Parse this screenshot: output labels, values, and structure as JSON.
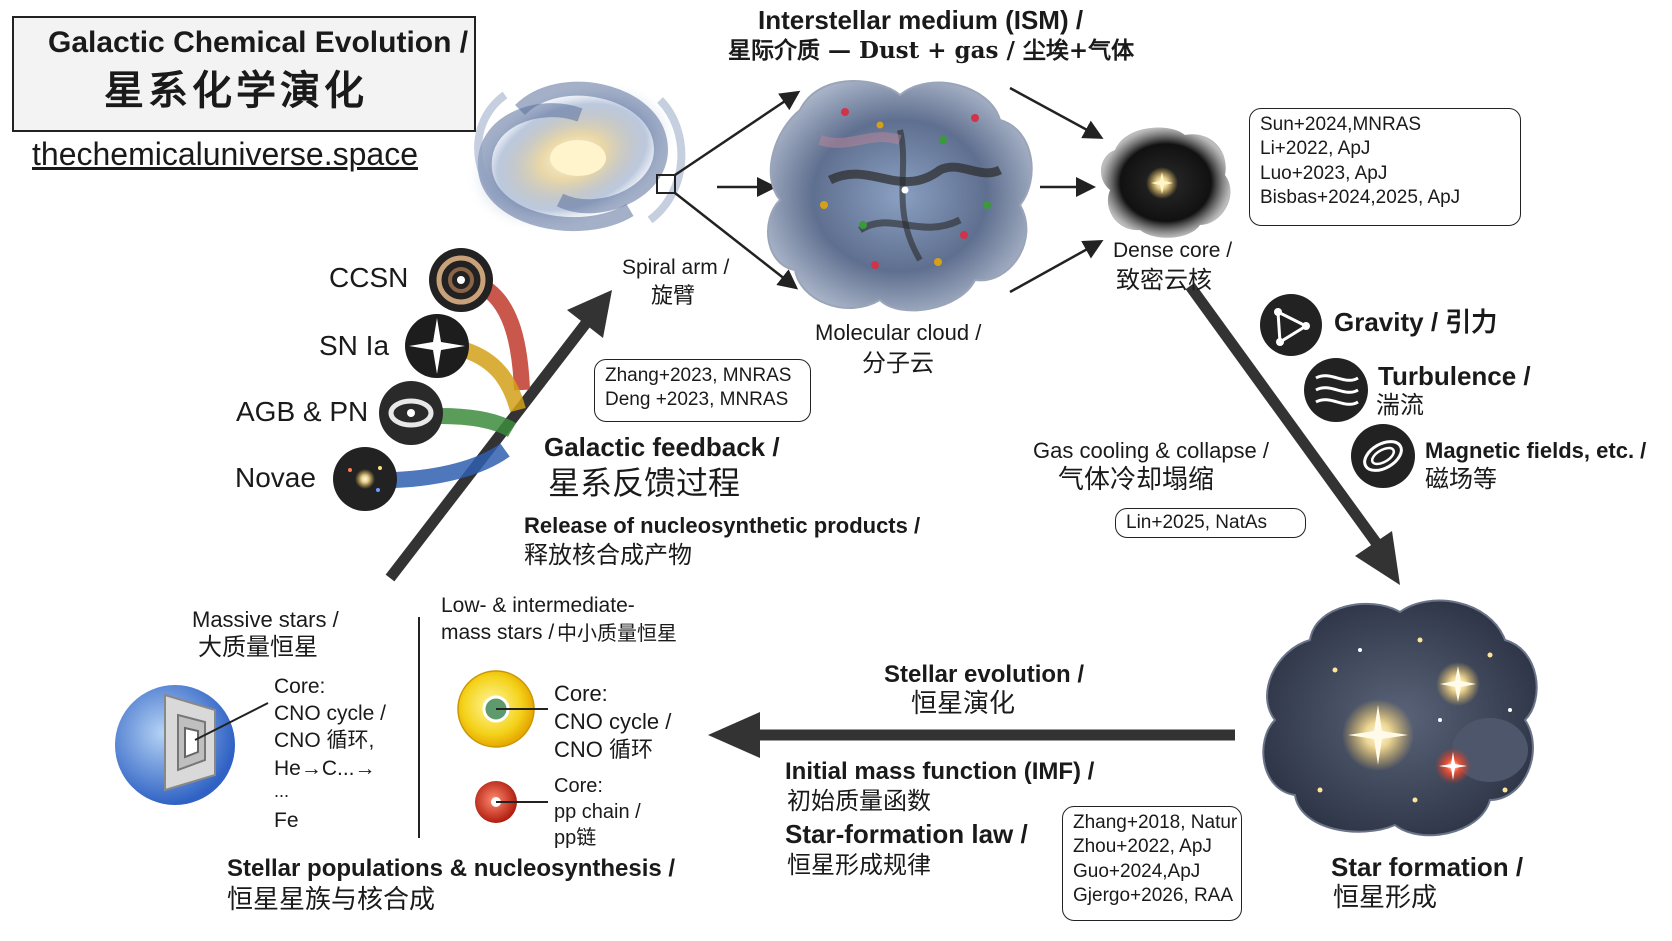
{
  "title": {
    "line1": "Galactic Chemical Evolution /",
    "line2": "星系化学演化",
    "website": "thechemicaluniverse.space"
  },
  "ism": {
    "line1": "Interstellar medium (ISM) /",
    "line2": "星际介质 — Dust + gas / 尘埃+气体"
  },
  "spiral_arm": {
    "line1": "Spiral arm /",
    "line2": "旋臂"
  },
  "molecular_cloud": {
    "line1": "Molecular cloud /",
    "line2": "分子云"
  },
  "dense_core": {
    "line1": "Dense core /",
    "line2": "致密云核"
  },
  "refs_ism": [
    "Sun+2024,MNRAS",
    "Li+2022, ApJ",
    "Luo+2023, ApJ",
    "Bisbas+2024,2025, ApJ"
  ],
  "refs_feedback": [
    "Zhang+2023, MNRAS",
    "Deng +2023, MNRAS"
  ],
  "refs_cooling": [
    "Lin+2025, NatAs"
  ],
  "refs_imf": [
    "Zhang+2018, Natur",
    "Zhou+2022, ApJ",
    "Guo+2024,ApJ",
    "Gjergo+2026, RAA"
  ],
  "sources": [
    "CCSN",
    "SN Ia",
    "AGB & PN",
    "Novae"
  ],
  "feedback": {
    "line1": "Galactic feedback /",
    "line2": "星系反馈过程",
    "sub1": "Release of nucleosynthetic products /",
    "sub2": "释放核合成产物"
  },
  "forces": {
    "gravity": "Gravity / 引力",
    "turbulence1": "Turbulence /",
    "turbulence2": "湍流",
    "magnetic1": "Magnetic fields, etc. /",
    "magnetic2": "磁场等"
  },
  "cooling": {
    "line1": "Gas cooling & collapse /",
    "line2": "气体冷却塌缩"
  },
  "star_formation": {
    "line1": "Star formation /",
    "line2": "恒星形成"
  },
  "stellar_evolution": {
    "line1": "Stellar evolution /",
    "line2": "恒星演化"
  },
  "imf": {
    "line1": "Initial mass function (IMF) /",
    "line2": "初始质量函数"
  },
  "sf_law": {
    "line1": "Star-formation law /",
    "line2": "恒星形成规律"
  },
  "massive": {
    "line1": "Massive stars /",
    "line2": "大质量恒星",
    "core": [
      "Core:",
      "CNO cycle /",
      "CNO 循环,",
      "He→C...→",
      "...",
      "Fe"
    ]
  },
  "low_mass": {
    "line1": "Low- & intermediate-",
    "line2": "mass stars /",
    "line2cn": "中小质量恒星",
    "core_a": [
      "Core:",
      "CNO cycle /",
      "CNO 循环"
    ],
    "core_b": [
      "Core:",
      "pp chain /",
      "pp链"
    ]
  },
  "populations": {
    "line1": "Stellar populations & nucleosynthesis /",
    "line2": "恒星星族与核合成"
  },
  "colors": {
    "ccsn_stream": "#c0392b",
    "snia_stream": "#d4a017",
    "agb_stream": "#3d8b3d",
    "novae_stream": "#2f5fb0",
    "arrow": "#2a2a2a"
  }
}
